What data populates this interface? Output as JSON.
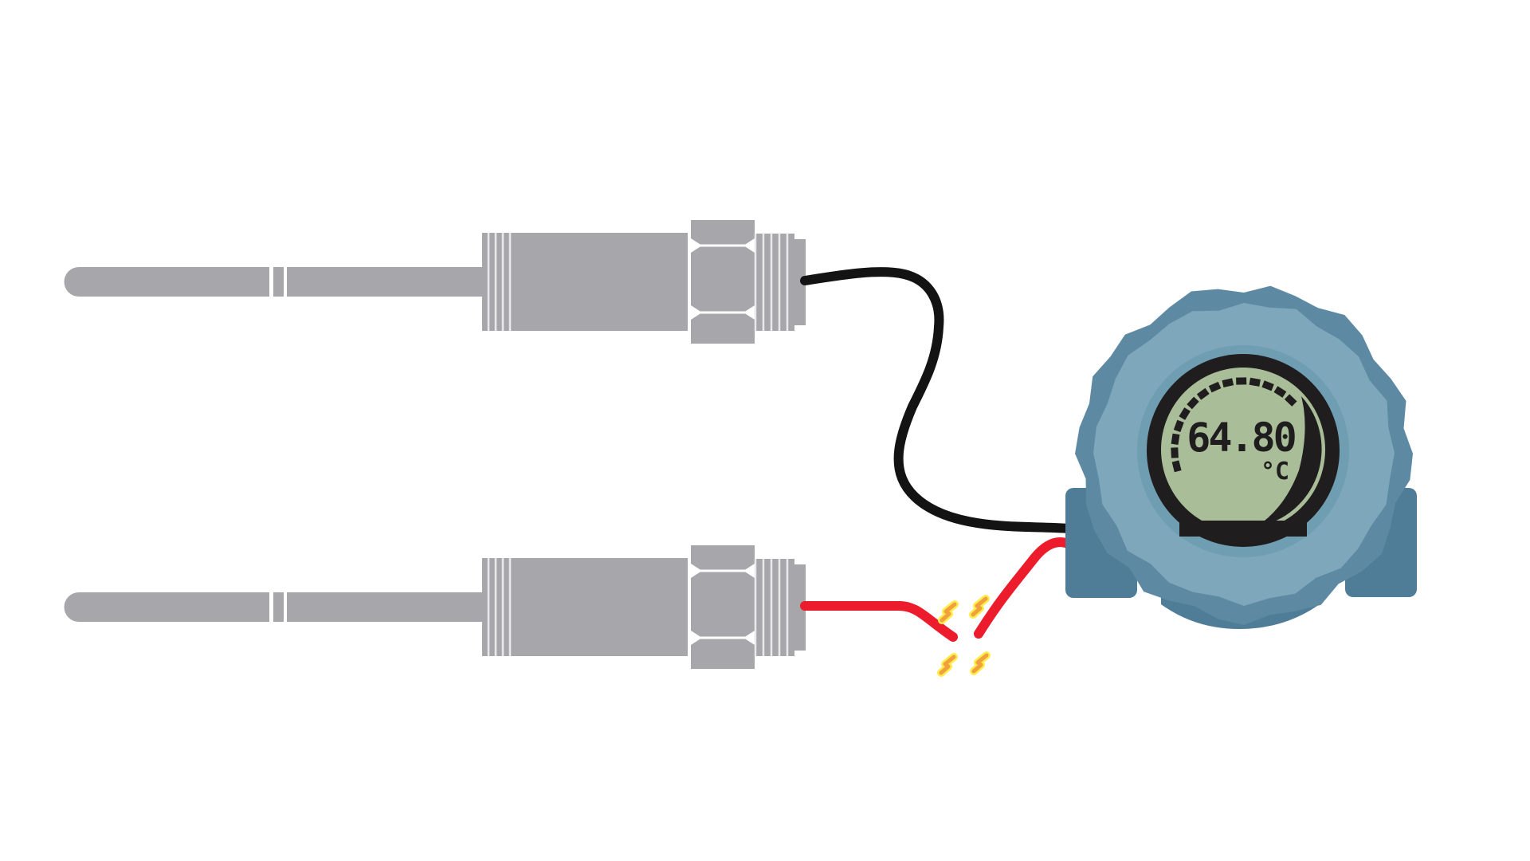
{
  "diagram": {
    "description_visible_text_only": true,
    "display": {
      "value": "64.80",
      "unit": "°C",
      "bargraph_segments": 14
    },
    "sensors": {
      "count": 2,
      "type_shown": "probe-with-hex-fitting"
    },
    "wires": [
      {
        "id": "top",
        "color_name": "black",
        "status": "connected"
      },
      {
        "id": "bottom",
        "color_name": "red",
        "status": "broken"
      }
    ],
    "sparks": {
      "count": 4
    },
    "palette": {
      "probe_gray": "#A7A7AB",
      "probe_stripe": "#E9E9EC",
      "wire_black": "#131313",
      "wire_red": "#EC1C2C",
      "spark_fill": "#F1A13C",
      "spark_outline": "#FFEC4F",
      "housing_light": "#7FA7BB",
      "housing_dark": "#5D8AA2",
      "housing_mid_ring": "#6F9DB2",
      "housing_tab": "#4F7D97",
      "bezel_black": "#201D1E",
      "lcd_green": "#A9BD98"
    }
  }
}
